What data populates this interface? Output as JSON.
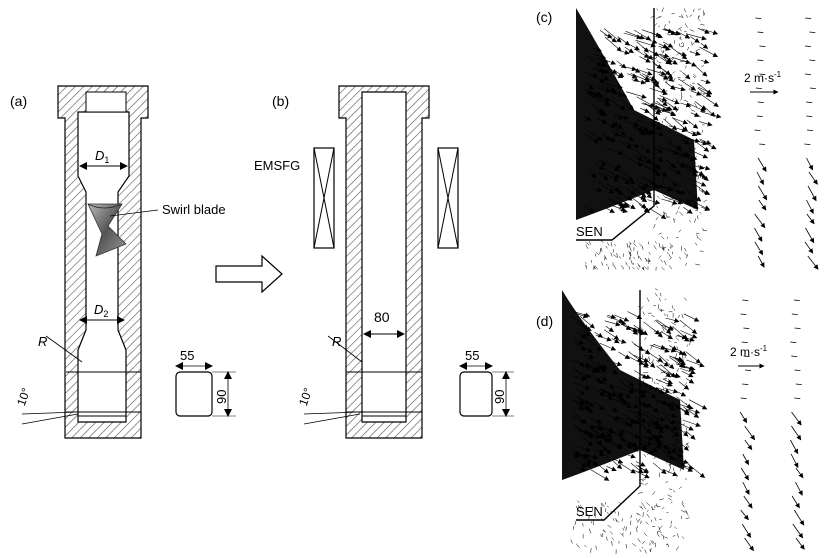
{
  "panels": {
    "a": {
      "label": "(a)",
      "swirl_label": "Swirl blade",
      "d1_main": "D",
      "d1_sub": "1",
      "d2_main": "D",
      "d2_sub": "2",
      "r_label": "R",
      "angle_label": "10°",
      "width_label": "55",
      "height_label": "90"
    },
    "b": {
      "label": "(b)",
      "emsfg_label": "EMSFG",
      "bore_label": "80",
      "r_label": "R",
      "angle_label": "10°",
      "width_label": "55",
      "height_label": "90"
    },
    "c": {
      "label": "(c)",
      "sen_label": "SEN",
      "scale_label": "2 m·s",
      "scale_sup": "-1"
    },
    "d": {
      "label": "(d)",
      "sen_label": "SEN",
      "scale_label": "2 m·s",
      "scale_sup": "-1"
    }
  }
}
